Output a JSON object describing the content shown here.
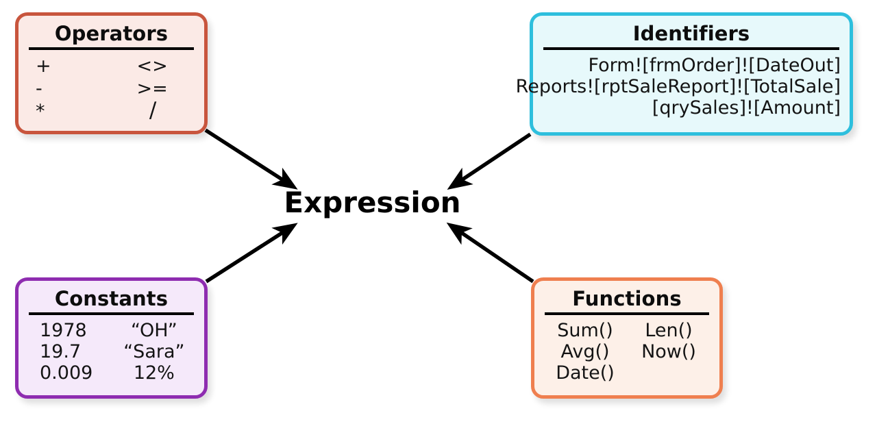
{
  "diagram": {
    "center_label": "Expression",
    "colors": {
      "operators_border": "#c8553d",
      "operators_fill": "#fbeae6",
      "identifiers_border": "#2ebfdd",
      "identifiers_fill": "#e7f9fb",
      "constants_border": "#8e2cb0",
      "constants_fill": "#f5e9fa",
      "functions_border": "#ef7f4f",
      "functions_fill": "#fdf0e8",
      "arrow": "#000000"
    },
    "cards": {
      "operators": {
        "title": "Operators",
        "left_column": [
          "+",
          "-",
          "*"
        ],
        "right_column": [
          "<>",
          ">=",
          "/"
        ]
      },
      "identifiers": {
        "title": "Identifiers",
        "lines": [
          "Form![frmOrder]![DateOut]",
          "Reports![rptSaleReport]![TotalSale]",
          "[qrySales]![Amount]"
        ]
      },
      "constants": {
        "title": "Constants",
        "left_column": [
          "1978",
          "19.7",
          "0.009"
        ],
        "right_column": [
          "“OH”",
          "“Sara”",
          "12%"
        ]
      },
      "functions": {
        "title": "Functions",
        "left_column": [
          "Sum()",
          "Avg()",
          "Date()"
        ],
        "right_column": [
          "Len()",
          "Now()"
        ]
      }
    },
    "arrows": [
      {
        "name": "operators-to-expression",
        "from": "operators",
        "to": "expression"
      },
      {
        "name": "identifiers-to-expression",
        "from": "identifiers",
        "to": "expression"
      },
      {
        "name": "constants-to-expression",
        "from": "constants",
        "to": "expression"
      },
      {
        "name": "functions-to-expression",
        "from": "functions",
        "to": "expression"
      }
    ]
  }
}
